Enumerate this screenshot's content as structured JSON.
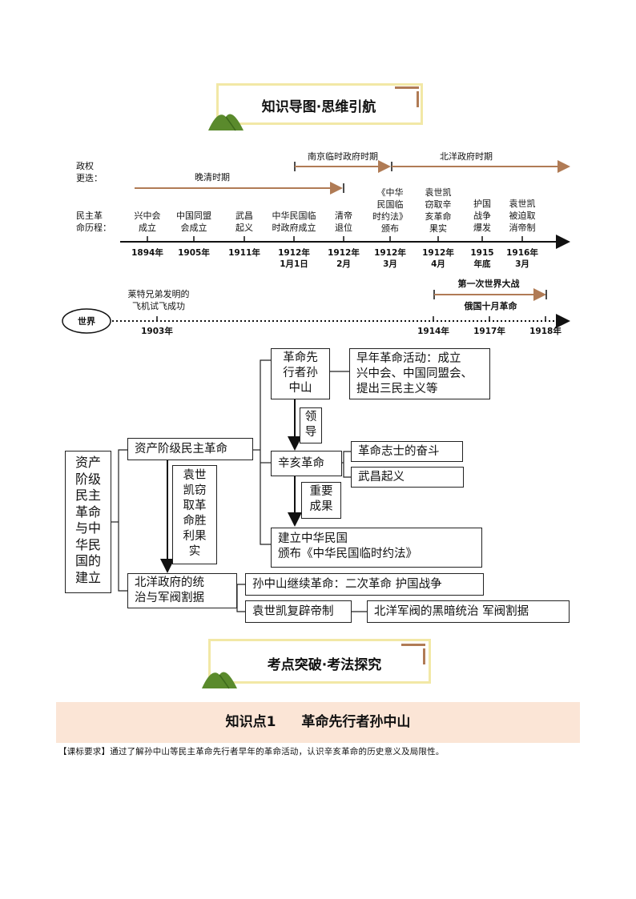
{
  "banner1": {
    "title": "知识导图·思维引航"
  },
  "banner2": {
    "title": "考点突破·考法探究"
  },
  "timeline": {
    "row_label_regime": [
      "政权",
      "更迭："
    ],
    "row_label_revolution": [
      "民主革",
      "命历程："
    ],
    "periods": {
      "late_qing": "晚清时期",
      "nanjing": "南京临时政府时期",
      "beiyang": "北洋政府时期"
    },
    "events": [
      {
        "lines": [
          "兴中会",
          "成立"
        ],
        "date": [
          "1894年"
        ]
      },
      {
        "lines": [
          "中国同盟",
          "会成立"
        ],
        "date": [
          "1905年"
        ]
      },
      {
        "lines": [
          "武昌",
          "起义"
        ],
        "date": [
          "1911年"
        ]
      },
      {
        "lines": [
          "中华民国临",
          "时政府成立"
        ],
        "date": [
          "1912年",
          "1月1日"
        ]
      },
      {
        "lines": [
          "清帝",
          "退位"
        ],
        "date": [
          "1912年",
          "2月"
        ]
      },
      {
        "lines": [
          "《中华",
          "民国临",
          "时约法》",
          "颁布"
        ],
        "date": [
          "1912年",
          "3月"
        ]
      },
      {
        "lines": [
          "袁世凯",
          "窃取辛",
          "亥革命",
          "果实"
        ],
        "date": [
          "1912年",
          "4月"
        ]
      },
      {
        "lines": [
          "护国",
          "战争",
          "爆发"
        ],
        "date": [
          "1915",
          "年底"
        ]
      },
      {
        "lines": [
          "袁世凯",
          "被迫取",
          "消帝制"
        ],
        "date": [
          "1916年",
          "3月"
        ]
      }
    ],
    "world": {
      "label": "世界",
      "flight": [
        "莱特兄弟发明的",
        "飞机试飞成功"
      ],
      "ww1": "第一次世界大战",
      "october": "俄国十月革命",
      "dates": [
        "1903年",
        "1914年",
        "1917年",
        "1918年"
      ]
    }
  },
  "mindmap": {
    "root": [
      "资产",
      "阶级",
      "民主",
      "革命",
      "与中",
      "华民",
      "国的",
      "建立"
    ],
    "bourgeois": "资产阶级民主革命",
    "beiyang_rule": [
      "北洋政府的统",
      "治与军阀割据"
    ],
    "pioneer": [
      "革命先",
      "行者孙",
      "中山"
    ],
    "early": [
      "早年革命活动：成立",
      "兴中会、中国同盟会、",
      "提出三民主义等"
    ],
    "lead": [
      "领",
      "导"
    ],
    "xinhai": "辛亥革命",
    "struggle": "革命志士的奋斗",
    "wuchang": "武昌起义",
    "achievement": [
      "重要",
      "成果"
    ],
    "roc": [
      "建立中华民国",
      "颁布《中华民国临时约法》"
    ],
    "usurp": [
      "袁世",
      "凯窃",
      "取革",
      "命胜",
      "利果",
      "实"
    ],
    "sun_continue": "孙中山继续革命：二次革命  护国战争",
    "restore": "袁世凯复辟帝制",
    "dark_rule": "北洋军阀的黑暗统治  军阀割据"
  },
  "knowledge_point": {
    "label": "知识点1",
    "title": "革命先行者孙中山"
  },
  "requirement": "【课标要求】通过了解孙中山等民主革命先行者早年的革命活动，认识辛亥革命的历史意义及局限性。",
  "colors": {
    "accent": "#b07b55",
    "frame": "#f2e8a6",
    "hill": "#5a8a2c",
    "band": "#fbe5d6"
  }
}
